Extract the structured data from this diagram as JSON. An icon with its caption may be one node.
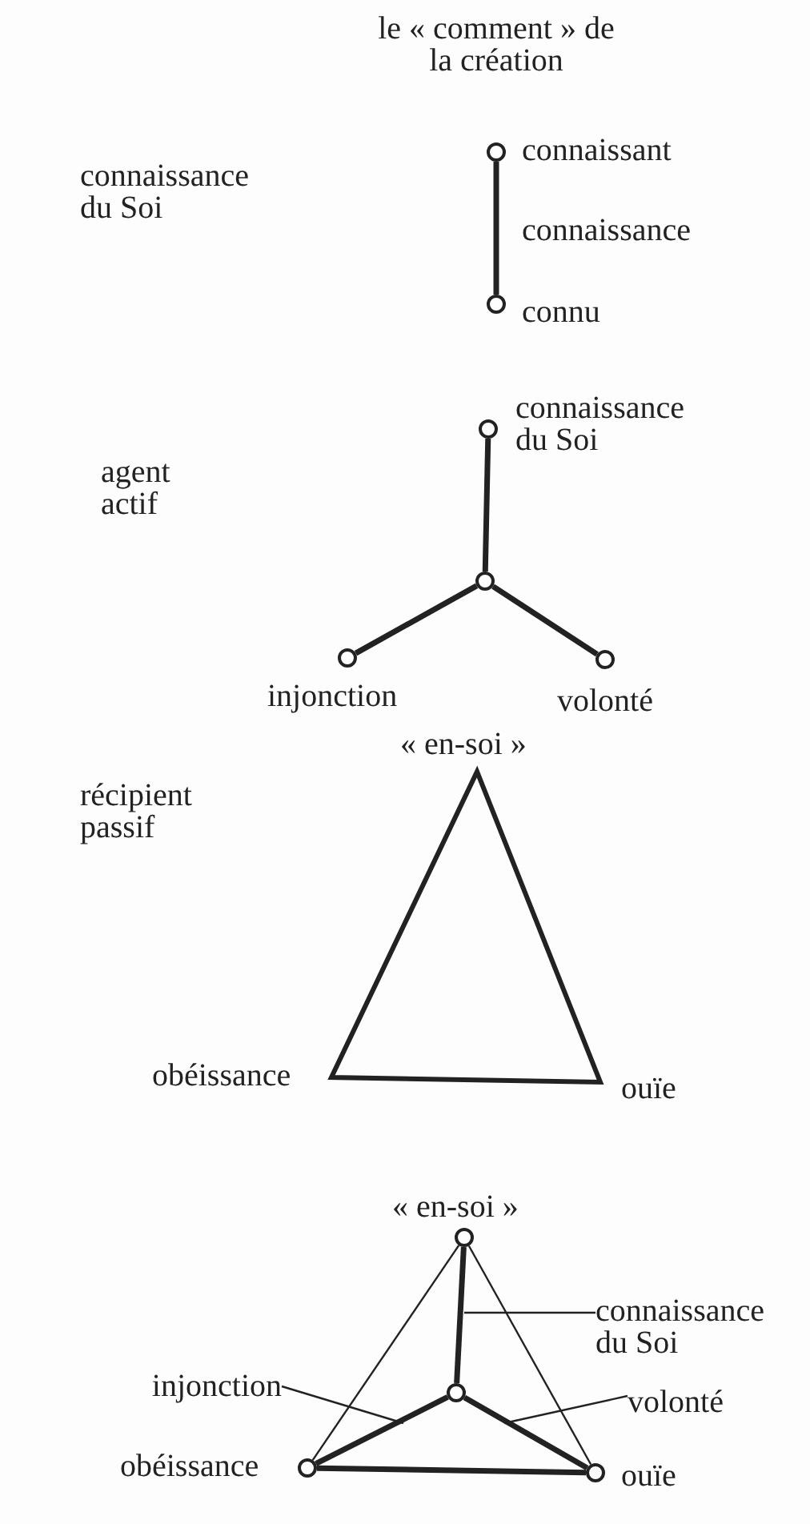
{
  "diagram": {
    "nodes": [
      {
        "text": [],
        "shape": "circle",
        "beside": [
          "connaissant"
        ]
      },
      {
        "text": [],
        "shape": "circle",
        "beside": [
          "connu"
        ]
      },
      {
        "text": [],
        "shape": "circle",
        "beside": [
          "connaissance du Soi"
        ]
      },
      {
        "text": [],
        "shape": "circle"
      },
      {
        "text": [],
        "shape": "circle",
        "beside": [
          "injonction"
        ]
      },
      {
        "text": [],
        "shape": "circle",
        "beside": [
          "volonté"
        ]
      },
      {
        "text": [],
        "shape": "triangle",
        "beside": [
          "« en-soi »",
          "obéissance",
          "ouïe"
        ]
      },
      {
        "text": [],
        "shape": "circle",
        "beside": [
          "« en-soi »"
        ]
      },
      {
        "text": [],
        "shape": "circle"
      },
      {
        "text": [],
        "shape": "circle",
        "beside": [
          "obéissance"
        ]
      },
      {
        "text": [],
        "shape": "circle",
        "beside": [
          "ouïe"
        ]
      },
      {
        "text": [
          "connaissance du Soi"
        ]
      },
      {
        "text": [
          "injonction"
        ]
      },
      {
        "text": [
          "volonté"
        ]
      }
    ],
    "edges": [
      {
        "from": 0,
        "to": 1,
        "arrow": "none",
        "label": "connaissance"
      },
      {
        "from": 3,
        "to": 2,
        "arrow": "none"
      },
      {
        "from": 3,
        "to": 4,
        "arrow": "none"
      },
      {
        "from": 3,
        "to": 5,
        "arrow": "none"
      },
      {
        "from": 7,
        "to": 8,
        "arrow": "none"
      },
      {
        "from": 8,
        "to": 9,
        "arrow": "none"
      },
      {
        "from": 8,
        "to": 10,
        "arrow": "none"
      },
      {
        "from": 9,
        "to": 10,
        "arrow": "none"
      },
      {
        "from": 7,
        "to": 9,
        "arrow": "none"
      },
      {
        "from": 7,
        "to": 10,
        "arrow": "none"
      },
      {
        "from": 11,
        "to": null,
        "arrow": "none"
      },
      {
        "from": 12,
        "to": null,
        "arrow": "none"
      },
      {
        "from": 13,
        "to": null,
        "arrow": "none"
      }
    ],
    "labels": [
      "le « comment » de la création",
      "connaissance du Soi",
      "agent actif",
      "récipient passif"
    ]
  }
}
